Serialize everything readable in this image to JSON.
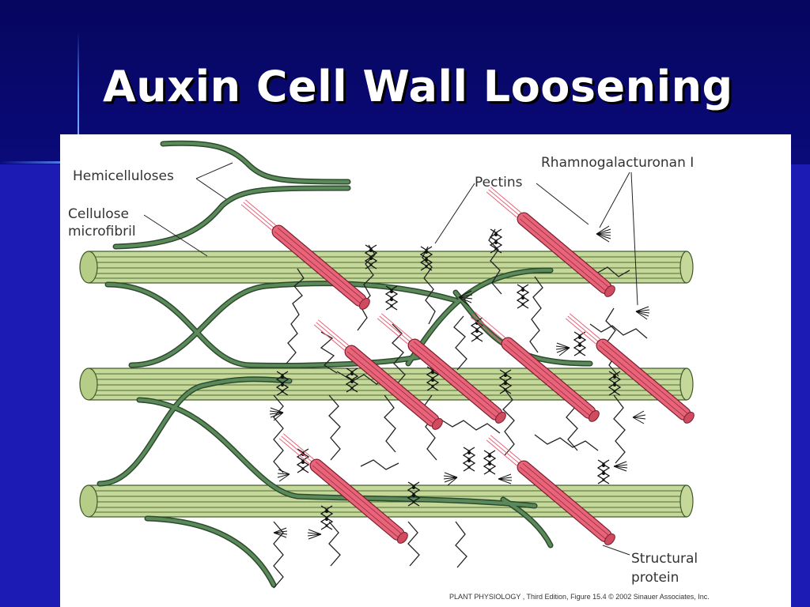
{
  "slide": {
    "title": "Auxin Cell Wall Loosening"
  },
  "figure": {
    "labels": {
      "hemicelluloses": "Hemicelluloses",
      "cellulose_line1": "Cellulose",
      "cellulose_line2": "microfibril",
      "pectins": "Pectins",
      "rhamnogalacturonan": "Rhamnogalacturonan I",
      "structural_line1": "Structural",
      "structural_line2": "protein"
    },
    "credit": "PLANT PHYSIOLOGY , Third Edition, Figure 15.4  © 2002 Sinauer Associates, Inc."
  },
  "colors": {
    "background": "#1c1cb4",
    "title": "#ffffff",
    "microfibril": "#c5d89a",
    "hemicellulose": "#5a8a5a",
    "protein": "#e8647a",
    "pectin": "#222222"
  }
}
